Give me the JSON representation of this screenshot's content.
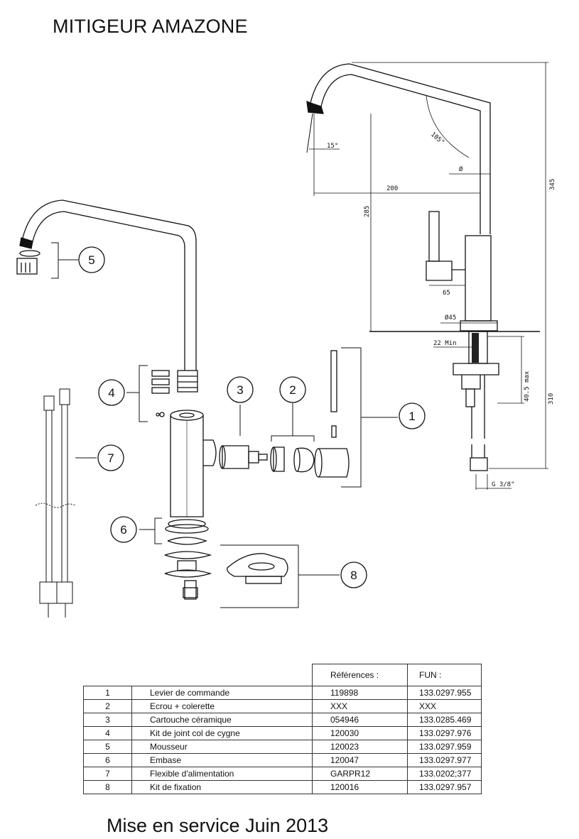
{
  "title": "MITIGEUR AMAZONE",
  "footer": "Mise en service Juin 2013",
  "dimensions": {
    "angle_spout": "105°",
    "angle_tip": "15°",
    "diameter": "Ø",
    "reach": "200",
    "height_spout": "285",
    "height_total": "345",
    "lever_offset": "65",
    "base_diameter": "Ø45",
    "deck_min": "22 Min",
    "deck_max": "40.5 max",
    "below_deck": "310",
    "thread": "G 3/8\""
  },
  "callouts": [
    "1",
    "2",
    "3",
    "4",
    "5",
    "6",
    "7",
    "8"
  ],
  "table": {
    "headers": {
      "ref": "Références :",
      "fun": "FUN :"
    },
    "rows": [
      {
        "num": "1",
        "desc": "Levier de commande",
        "ref": "119898",
        "fun": "133.0297.955"
      },
      {
        "num": "2",
        "desc": "Ecrou + colerette",
        "ref": "XXX",
        "fun": "XXX"
      },
      {
        "num": "3",
        "desc": "Cartouche céramique",
        "ref": "054946",
        "fun": "133.0285.469"
      },
      {
        "num": "4",
        "desc": "Kit de joint col de cygne",
        "ref": "120030",
        "fun": "133.0297.976"
      },
      {
        "num": "5",
        "desc": "Mousseur",
        "ref": "120023",
        "fun": "133.0297.959"
      },
      {
        "num": "6",
        "desc": "Embase",
        "ref": "120047",
        "fun": "133.0297.977"
      },
      {
        "num": "7",
        "desc": "Flexible d'alimentation",
        "ref": "GARPR12",
        "fun": "133.0202;377"
      },
      {
        "num": "8",
        "desc": "Kit de fixation",
        "ref": "120016",
        "fun": "133.0297.957"
      }
    ]
  }
}
